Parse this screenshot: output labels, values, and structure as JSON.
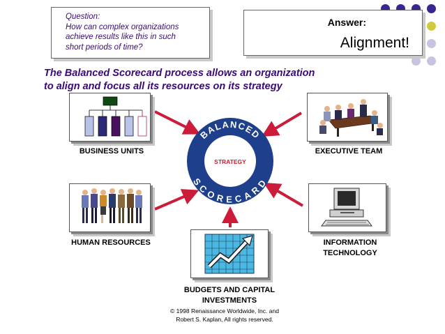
{
  "question": {
    "label": "Question:",
    "lines": [
      "How can complex organizations",
      "achieve results like this in such",
      "short periods of time?"
    ]
  },
  "answer": {
    "label": "Answer:",
    "value": "Alignment!"
  },
  "intro": {
    "lines": [
      "The Balanced Scorecard process allows an organization",
      "to align and focus all its resources on its strategy"
    ]
  },
  "center": {
    "top_word": "BALANCED",
    "bottom_word": "SCORECARD",
    "core": "STRATEGY"
  },
  "captions": {
    "business_units": "BUSINESS UNITS",
    "executive_team": "EXECUTIVE TEAM",
    "human_resources": "HUMAN RESOURCES",
    "information_technology": [
      "INFORMATION",
      "TECHNOLOGY"
    ],
    "budgets": [
      "BUDGETS AND CAPITAL",
      "INVESTMENTS"
    ]
  },
  "copyright": [
    "© 1998 Renaissance Worldwide, Inc. and",
    "Robert S. Kaplan, All rights reserved."
  ],
  "colors": {
    "title_purple": "#3b0a78",
    "ring_blue": "#1d3f8c",
    "arrow_red": "#cc1c3a",
    "core_text_red": "#d01a32",
    "dot_purple": "#3b2590",
    "dot_gold": "#cfcb3c",
    "dot_lavender": "#c8c3e0"
  },
  "icons": {
    "business_units": "org-chart-icon",
    "executive_team": "meeting-icon",
    "human_resources": "people-group-icon",
    "information_technology": "computer-icon",
    "budgets": "growth-chart-icon"
  }
}
